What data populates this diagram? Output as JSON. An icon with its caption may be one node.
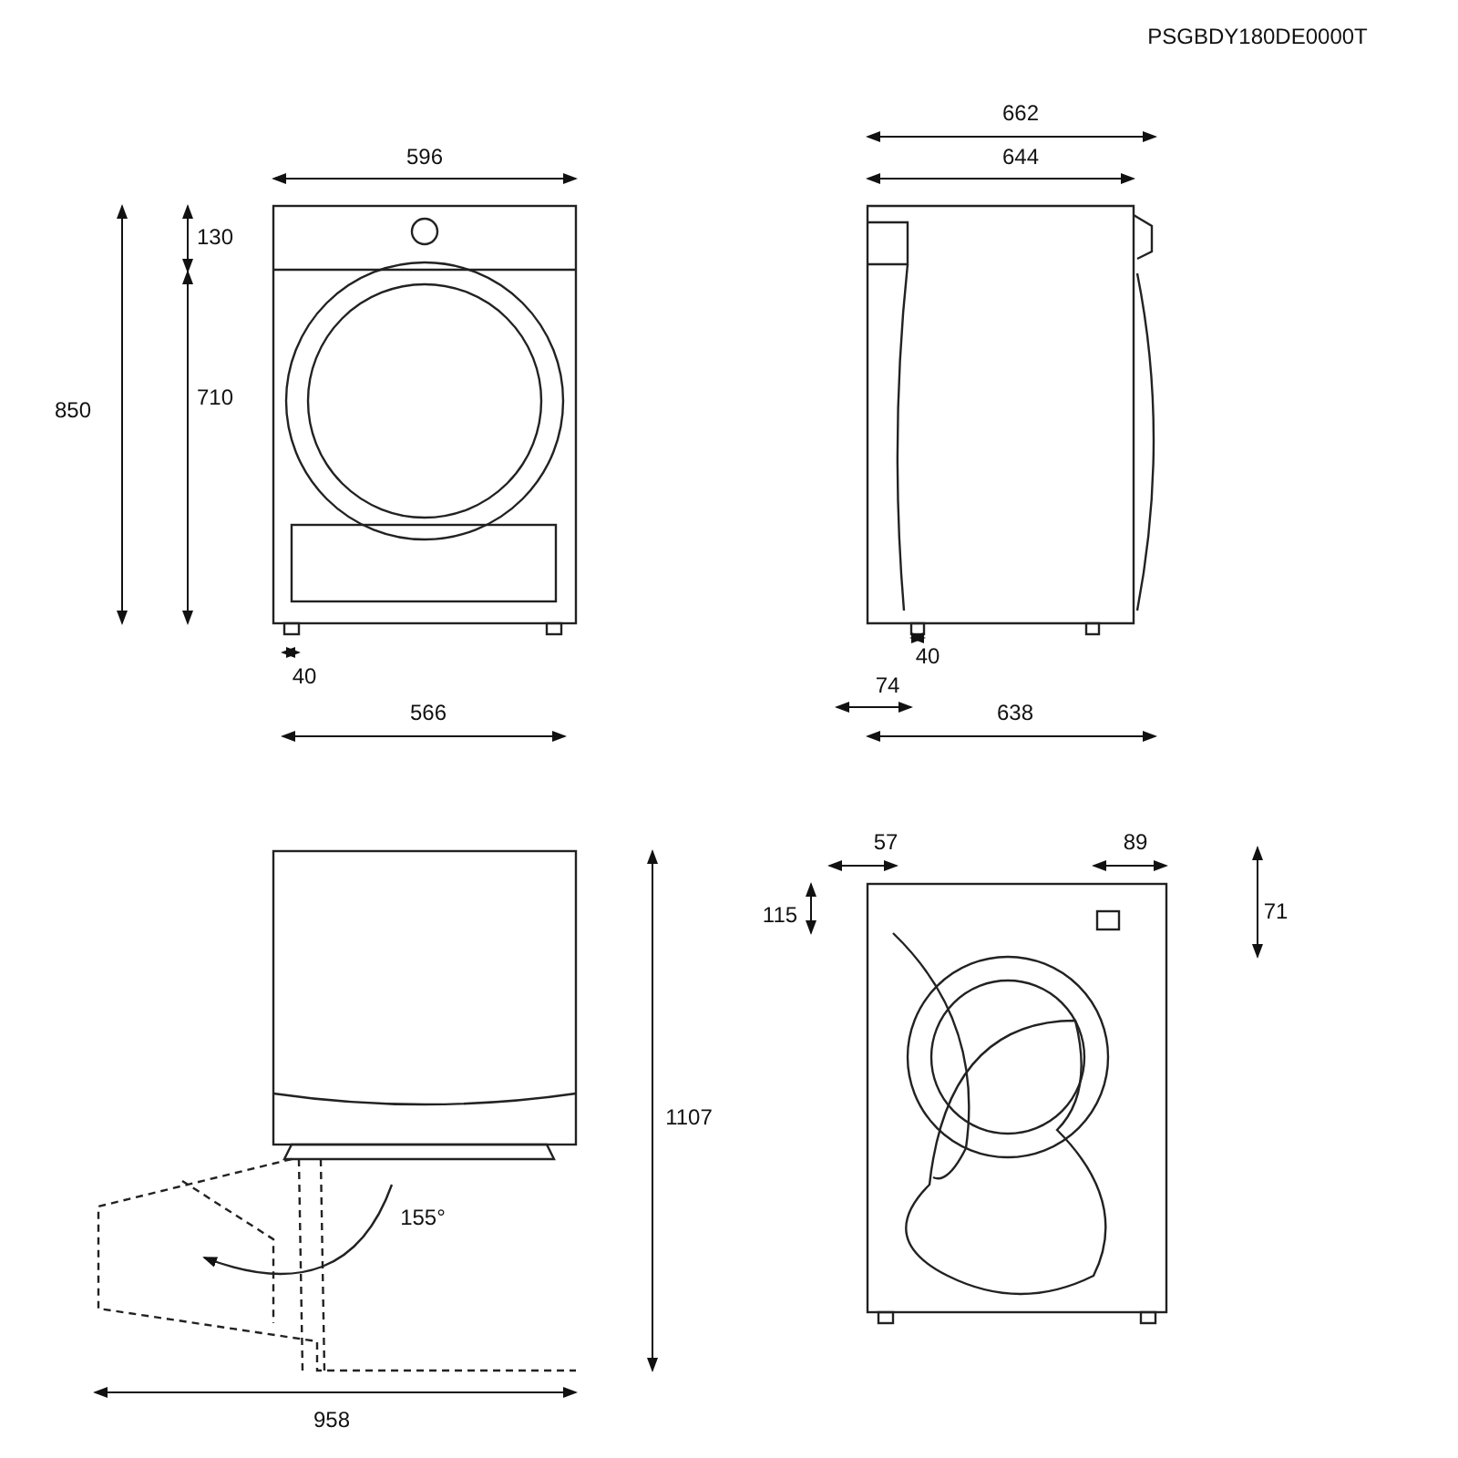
{
  "diagram": {
    "labels": [
      "PSGBDY180DE0000T",
      "596",
      "662",
      "644",
      "130",
      "850",
      "710",
      "40",
      "40",
      "566",
      "74",
      "638",
      "57",
      "89",
      "115",
      "71",
      "155°",
      "1107",
      "958"
    ]
  }
}
